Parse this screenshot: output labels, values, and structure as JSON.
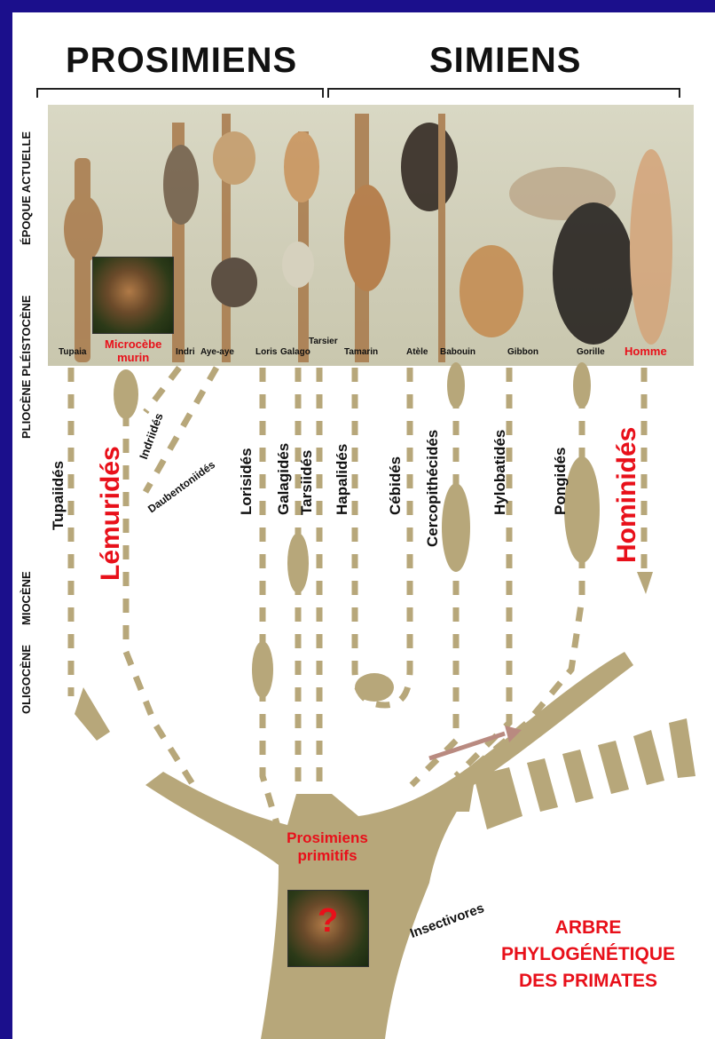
{
  "headers": {
    "left": "PROSIMIENS",
    "right": "SIMIENS"
  },
  "eras": [
    "ÉPOQUE ACTUELLE",
    "PLIOCÈNE PLÉISTOCÈNE",
    "MIOCÈNE",
    "OLIGOCÈNE"
  ],
  "species": [
    "Tupaia",
    "Indri",
    "Aye-aye",
    "Loris",
    "Galago",
    "Tarsier",
    "Tamarin",
    "Atèle",
    "Babouin",
    "Gibbon",
    "Gorille"
  ],
  "species_highlight": [
    "Microcèbe",
    "murin",
    "Homme"
  ],
  "families": [
    "Tupaiidés",
    "Indriidés",
    "Daubentoniidés",
    "Lorisidés",
    "Galagidés",
    "Tarsiidés",
    "Hapalidés",
    "Cébidés",
    "Cercopithécidés",
    "Hylobatidés",
    "Pongidés"
  ],
  "families_highlight": [
    "Lémuridés",
    "Hominidés"
  ],
  "ancestor": {
    "line1": "Prosimiens",
    "line2": "primitifs",
    "question": "?"
  },
  "insectivores": "Insectivores",
  "title": [
    "ARBRE",
    "PHYLOGÉNÉTIQUE",
    "DES PRIMATES"
  ],
  "colors": {
    "branch": "#b7a77a",
    "highlight": "#e8101a",
    "frame": "#1b0f8c",
    "arrow": "#b98a80"
  }
}
